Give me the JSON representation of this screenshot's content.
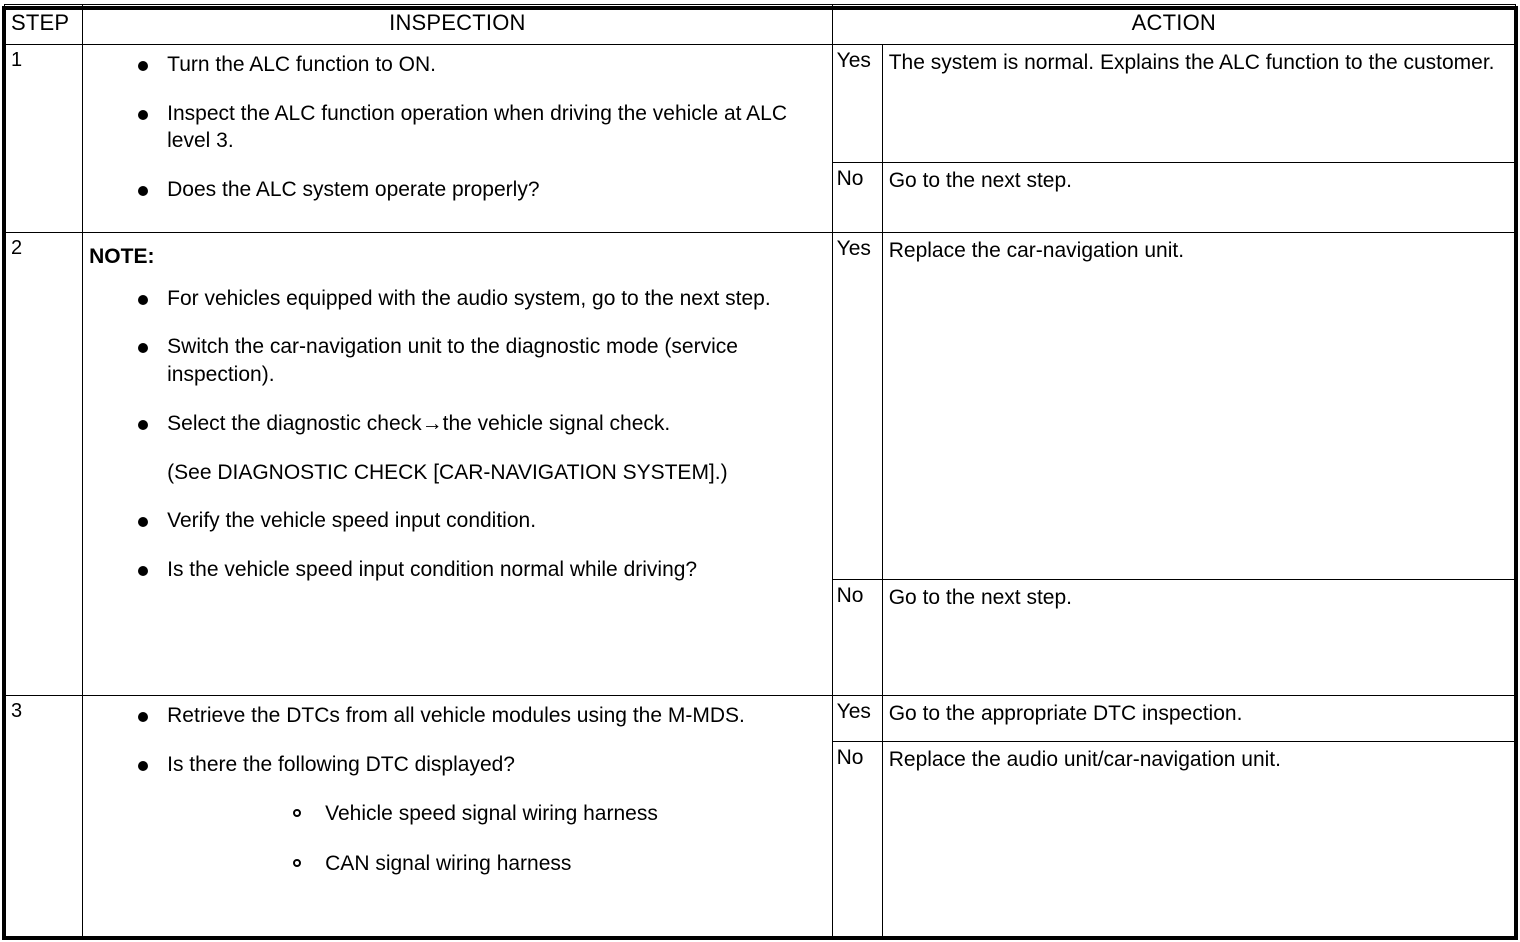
{
  "table": {
    "headers": {
      "step": "STEP",
      "inspection": "INSPECTION",
      "action": "ACTION"
    },
    "labels": {
      "yes": "Yes",
      "no": "No",
      "note": "NOTE:"
    },
    "steps": [
      {
        "number": "1",
        "inspection": {
          "bullets": [
            "Turn the ALC function to ON.",
            "Inspect the ALC function operation when driving the vehicle at ALC level 3.",
            "Does the ALC system operate properly?"
          ]
        },
        "actions": {
          "yes": "The system is normal. Explains the ALC function to the customer.",
          "no": "Go to the next step."
        }
      },
      {
        "number": "2",
        "inspection": {
          "note_label": "NOTE:",
          "bullets": [
            "For vehicles equipped with the audio system, go to the next step.",
            "Switch the car-navigation unit to the diagnostic mode (service inspection).",
            "Select the diagnostic check→the vehicle signal check.",
            "(See DIAGNOSTIC CHECK [CAR-NAVIGATION SYSTEM].)",
            "Verify the vehicle speed input condition.",
            "Is the vehicle speed input condition normal while driving?"
          ],
          "plain_indices": [
            3
          ]
        },
        "actions": {
          "yes": "Replace the car-navigation unit.",
          "no": "Go to the next step."
        }
      },
      {
        "number": "3",
        "inspection": {
          "bullets": [
            "Retrieve the DTCs from all vehicle modules using the M-MDS.",
            "Is there the following DTC displayed?"
          ],
          "sub_bullets": [
            "Vehicle speed signal wiring harness",
            "CAN signal wiring harness"
          ]
        },
        "actions": {
          "yes": "Go to the appropriate DTC inspection.",
          "no": "Replace the audio unit/car-navigation unit."
        }
      }
    ]
  }
}
